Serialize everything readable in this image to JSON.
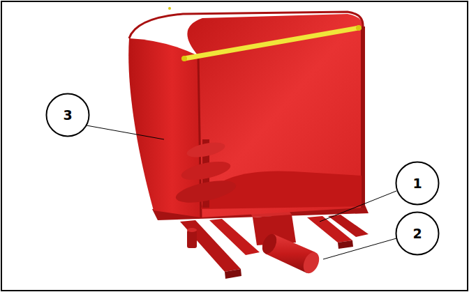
{
  "diagram": {
    "nodes": [
      {
        "text": [
          "3"
        ]
      },
      {
        "text": [
          "1"
        ]
      },
      {
        "text": [
          "2"
        ]
      }
    ]
  }
}
